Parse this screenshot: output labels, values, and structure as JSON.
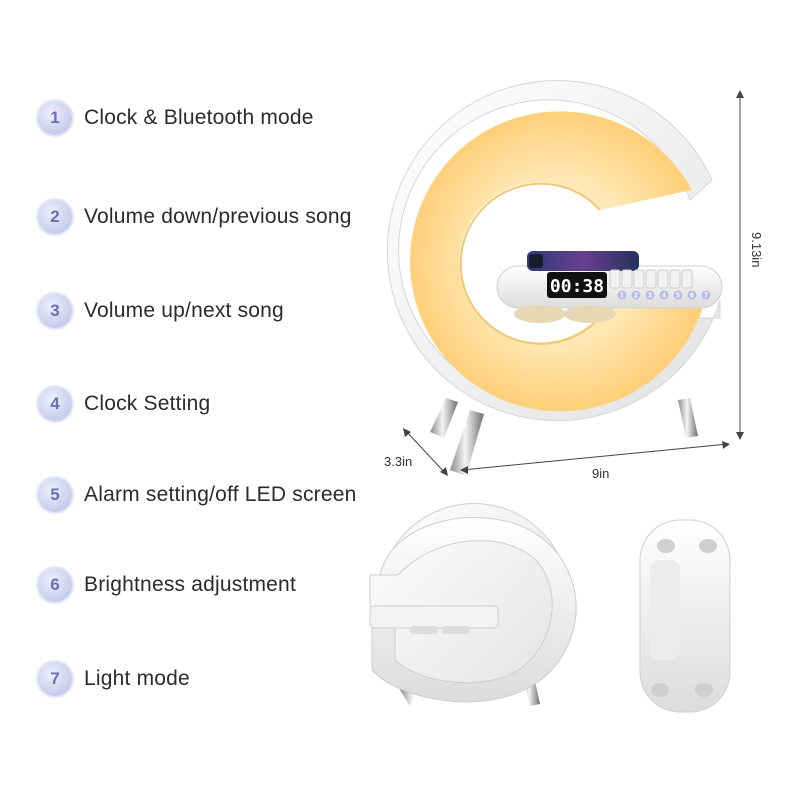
{
  "legend": [
    {
      "num": "1",
      "label": "Clock & Bluetooth mode"
    },
    {
      "num": "2",
      "label": "Volume down/previous song"
    },
    {
      "num": "3",
      "label": "Volume up/next song"
    },
    {
      "num": "4",
      "label": "Clock Setting"
    },
    {
      "num": "5",
      "label": "Alarm setting/off LED screen"
    },
    {
      "num": "6",
      "label": "Brightness adjustment"
    },
    {
      "num": "7",
      "label": "Light mode"
    }
  ],
  "dimensions": {
    "height": "9.13in",
    "width": "9in",
    "depth": "3.3in"
  },
  "display": {
    "time": "00:38"
  },
  "button_numbers": [
    "1",
    "2",
    "3",
    "4",
    "5",
    "6",
    "7"
  ],
  "colors": {
    "glow": "#ffd27a",
    "badge": "#c9cdee",
    "body": "#f4f4f4"
  }
}
